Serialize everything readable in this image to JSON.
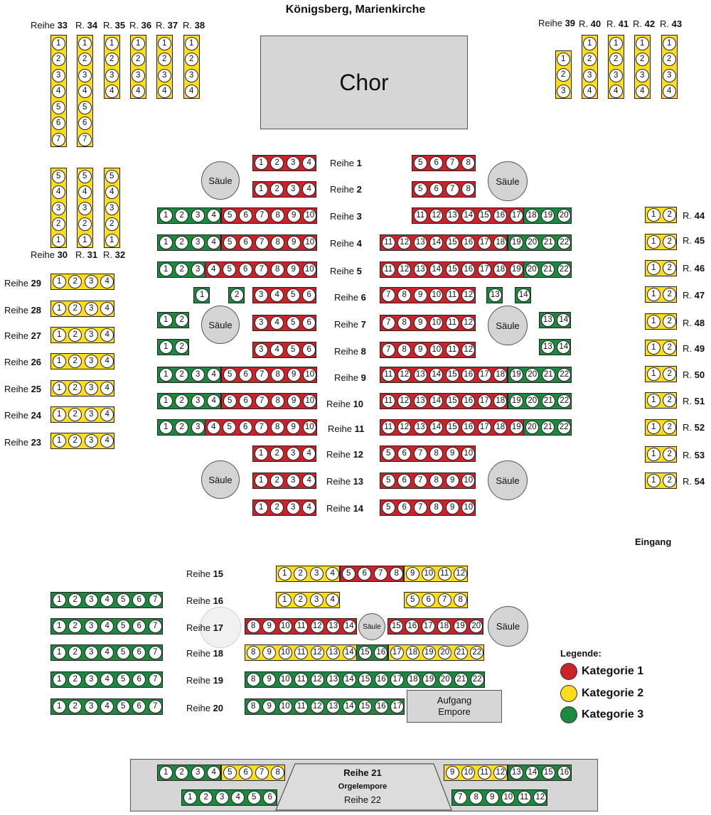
{
  "title": "Königsberg, Marienkirche",
  "landmarks": {
    "chor": "Chor",
    "eingang": "Eingang",
    "pillar": "Säule",
    "aufgang_line1": "Aufgang",
    "aufgang_line2": "Empore",
    "orgel_reihe_21": "Reihe 21",
    "orgel_title": "Orgelempore",
    "orgel_reihe_22": "Reihe 22"
  },
  "colors": {
    "kategorie_1": "#cc2229",
    "kategorie_2": "#ffdc1c",
    "kategorie_3": "#1b8a3e",
    "pillar": "#d4d4d4"
  },
  "legend": {
    "title": "Legende:",
    "items": [
      {
        "label": "Kategorie 1",
        "color": "#cc2229"
      },
      {
        "label": "Kategorie 2",
        "color": "#ffdc1c"
      },
      {
        "label": "Kategorie 3",
        "color": "#1b8a3e"
      }
    ]
  },
  "rows": [
    {
      "prefix": "Reihe",
      "number": "1"
    },
    {
      "prefix": "Reihe",
      "number": "2"
    },
    {
      "prefix": "Reihe",
      "number": "3"
    },
    {
      "prefix": "Reihe",
      "number": "4"
    },
    {
      "prefix": "Reihe",
      "number": "5"
    },
    {
      "prefix": "Reihe",
      "number": "6"
    },
    {
      "prefix": "Reihe",
      "number": "7"
    },
    {
      "prefix": "Reihe",
      "number": "8"
    },
    {
      "prefix": "Reihe",
      "number": "9"
    },
    {
      "prefix": "Reihe",
      "number": "10"
    },
    {
      "prefix": "Reihe",
      "number": "11"
    },
    {
      "prefix": "Reihe",
      "number": "12"
    },
    {
      "prefix": "Reihe",
      "number": "13"
    },
    {
      "prefix": "Reihe",
      "number": "14"
    },
    {
      "prefix": "Reihe",
      "number": "15"
    },
    {
      "prefix": "Reihe",
      "number": "16"
    },
    {
      "prefix": "Reihe",
      "number": "17"
    },
    {
      "prefix": "Reihe",
      "number": "18"
    },
    {
      "prefix": "Reihe",
      "number": "19"
    },
    {
      "prefix": "Reihe",
      "number": "20"
    },
    {
      "prefix": "Reihe",
      "number": "23"
    },
    {
      "prefix": "Reihe",
      "number": "24"
    },
    {
      "prefix": "Reihe",
      "number": "25"
    },
    {
      "prefix": "Reihe",
      "number": "26"
    },
    {
      "prefix": "Reihe",
      "number": "27"
    },
    {
      "prefix": "Reihe",
      "number": "28"
    },
    {
      "prefix": "Reihe",
      "number": "29"
    },
    {
      "prefix": "Reihe",
      "number": "30"
    },
    {
      "prefix": "R.",
      "number": "31"
    },
    {
      "prefix": "R.",
      "number": "32"
    },
    {
      "prefix": "Reihe",
      "number": "33"
    },
    {
      "prefix": "R.",
      "number": "34"
    },
    {
      "prefix": "R.",
      "number": "35"
    },
    {
      "prefix": "R.",
      "number": "36"
    },
    {
      "prefix": "R.",
      "number": "37"
    },
    {
      "prefix": "R.",
      "number": "38"
    },
    {
      "prefix": "Reihe",
      "number": "39"
    },
    {
      "prefix": "R.",
      "number": "40"
    },
    {
      "prefix": "R.",
      "number": "41"
    },
    {
      "prefix": "R.",
      "number": "42"
    },
    {
      "prefix": "R.",
      "number": "43"
    },
    {
      "prefix": "R.",
      "number": "44"
    },
    {
      "prefix": "R.",
      "number": "45"
    },
    {
      "prefix": "R.",
      "number": "46"
    },
    {
      "prefix": "R.",
      "number": "47"
    },
    {
      "prefix": "R.",
      "number": "48"
    },
    {
      "prefix": "R.",
      "number": "49"
    },
    {
      "prefix": "R.",
      "number": "50"
    },
    {
      "prefix": "R.",
      "number": "51"
    },
    {
      "prefix": "R.",
      "number": "52"
    },
    {
      "prefix": "R.",
      "number": "53"
    },
    {
      "prefix": "R.",
      "number": "54"
    }
  ],
  "seat_blocks": [
    {
      "row": "1",
      "side": "left",
      "category": "1",
      "seats": [
        1,
        2,
        3,
        4
      ]
    },
    {
      "row": "1",
      "side": "right",
      "category": "1",
      "seats": [
        5,
        6,
        7,
        8
      ]
    },
    {
      "row": "2",
      "side": "left",
      "category": "1",
      "seats": [
        1,
        2,
        3,
        4
      ]
    },
    {
      "row": "2",
      "side": "right",
      "category": "1",
      "seats": [
        5,
        6,
        7,
        8
      ]
    },
    {
      "row": "3",
      "side": "left",
      "category": "3",
      "seats": [
        1,
        2,
        3,
        4
      ]
    },
    {
      "row": "3",
      "side": "left",
      "category": "1",
      "seats": [
        5,
        6,
        7,
        8,
        9,
        10
      ]
    },
    {
      "row": "3",
      "side": "right",
      "category": "1",
      "seats": [
        11,
        12,
        13,
        14,
        15,
        16,
        17
      ]
    },
    {
      "row": "3",
      "side": "right",
      "category": "3",
      "seats": [
        18,
        19,
        20
      ]
    },
    {
      "row": "4",
      "side": "left",
      "category": "3",
      "seats": [
        1,
        2,
        3,
        4
      ]
    },
    {
      "row": "4",
      "side": "left",
      "category": "1",
      "seats": [
        5,
        6,
        7,
        8,
        9,
        10
      ]
    },
    {
      "row": "4",
      "side": "right",
      "category": "1",
      "seats": [
        11,
        12,
        13,
        14,
        15,
        16,
        17,
        18
      ]
    },
    {
      "row": "4",
      "side": "right",
      "category": "3",
      "seats": [
        19,
        20,
        21,
        22
      ]
    },
    {
      "row": "5",
      "side": "left",
      "category": "3",
      "seats": [
        1,
        2,
        3
      ]
    },
    {
      "row": "5",
      "side": "left",
      "category": "1",
      "seats": [
        4,
        5,
        6,
        7,
        8,
        9,
        10
      ]
    },
    {
      "row": "5",
      "side": "right",
      "category": "1",
      "seats": [
        11,
        12,
        13,
        14,
        15,
        16,
        17,
        18,
        19
      ]
    },
    {
      "row": "5",
      "side": "right",
      "category": "3",
      "seats": [
        20,
        21,
        22
      ]
    },
    {
      "row": "6",
      "side": "left",
      "category": "3",
      "seats": [
        1
      ]
    },
    {
      "row": "6",
      "side": "left",
      "category": "3",
      "seats": [
        2
      ]
    },
    {
      "row": "6",
      "side": "left",
      "category": "1",
      "seats": [
        3,
        4,
        5,
        6
      ]
    },
    {
      "row": "6",
      "side": "right",
      "category": "1",
      "seats": [
        7,
        8,
        9,
        10,
        11,
        12
      ]
    },
    {
      "row": "6",
      "side": "right",
      "category": "3",
      "seats": [
        13
      ]
    },
    {
      "row": "6",
      "side": "right",
      "category": "3",
      "seats": [
        14
      ]
    },
    {
      "row": "7",
      "side": "left",
      "category": "3",
      "seats": [
        1,
        2
      ]
    },
    {
      "row": "7",
      "side": "left",
      "category": "1",
      "seats": [
        3,
        4,
        5,
        6
      ]
    },
    {
      "row": "7",
      "side": "right",
      "category": "1",
      "seats": [
        7,
        8,
        9,
        10,
        11,
        12
      ]
    },
    {
      "row": "7",
      "side": "right",
      "category": "3",
      "seats": [
        13,
        14
      ]
    },
    {
      "row": "8",
      "side": "left",
      "category": "3",
      "seats": [
        1,
        2
      ]
    },
    {
      "row": "8",
      "side": "left",
      "category": "1",
      "seats": [
        3,
        4,
        5,
        6
      ]
    },
    {
      "row": "8",
      "side": "right",
      "category": "1",
      "seats": [
        7,
        8,
        9,
        10,
        11,
        12
      ]
    },
    {
      "row": "8",
      "side": "right",
      "category": "3",
      "seats": [
        13,
        14
      ]
    },
    {
      "row": "9",
      "side": "left",
      "category": "3",
      "seats": [
        1,
        2,
        3,
        4
      ]
    },
    {
      "row": "9",
      "side": "left",
      "category": "1",
      "seats": [
        5,
        6,
        7,
        8,
        9,
        10
      ]
    },
    {
      "row": "9",
      "side": "right",
      "category": "1",
      "seats": [
        11,
        12,
        13,
        14,
        15,
        16,
        17,
        18
      ]
    },
    {
      "row": "9",
      "side": "right",
      "category": "3",
      "seats": [
        19,
        20,
        21,
        22
      ]
    },
    {
      "row": "10",
      "side": "left",
      "category": "3",
      "seats": [
        1,
        2,
        3,
        4
      ]
    },
    {
      "row": "10",
      "side": "left",
      "category": "1",
      "seats": [
        5,
        6,
        7,
        8,
        9,
        10
      ]
    },
    {
      "row": "10",
      "side": "right",
      "category": "1",
      "seats": [
        11,
        12,
        13,
        14,
        15,
        16,
        17,
        18
      ]
    },
    {
      "row": "10",
      "side": "right",
      "category": "3",
      "seats": [
        19,
        20,
        21,
        22
      ]
    },
    {
      "row": "11",
      "side": "left",
      "category": "3",
      "seats": [
        1,
        2,
        3
      ]
    },
    {
      "row": "11",
      "side": "left",
      "category": "1",
      "seats": [
        4,
        5,
        6,
        7,
        8,
        9,
        10
      ]
    },
    {
      "row": "11",
      "side": "right",
      "category": "1",
      "seats": [
        11,
        12,
        13,
        14,
        15,
        16,
        17,
        18,
        19
      ]
    },
    {
      "row": "11",
      "side": "right",
      "category": "3",
      "seats": [
        20,
        21,
        22
      ]
    },
    {
      "row": "12",
      "side": "left",
      "category": "1",
      "seats": [
        1,
        2,
        3,
        4
      ]
    },
    {
      "row": "12",
      "side": "right",
      "category": "1",
      "seats": [
        5,
        6,
        7,
        8,
        9,
        10
      ]
    },
    {
      "row": "13",
      "side": "left",
      "category": "1",
      "seats": [
        1,
        2,
        3,
        4
      ]
    },
    {
      "row": "13",
      "side": "right",
      "category": "1",
      "seats": [
        5,
        6,
        7,
        8,
        9,
        10
      ]
    },
    {
      "row": "14",
      "side": "left",
      "category": "1",
      "seats": [
        1,
        2,
        3,
        4
      ]
    },
    {
      "row": "14",
      "side": "right",
      "category": "1",
      "seats": [
        5,
        6,
        7,
        8,
        9,
        10
      ]
    },
    {
      "row": "15",
      "side": "left",
      "category": "2",
      "seats": [
        1,
        2,
        3,
        4
      ]
    },
    {
      "row": "15",
      "side": "center",
      "category": "1",
      "seats": [
        5,
        6,
        7,
        8
      ]
    },
    {
      "row": "15",
      "side": "right",
      "category": "2",
      "seats": [
        9,
        10,
        11,
        12
      ]
    },
    {
      "row": "16",
      "side": "left",
      "category": "3",
      "seats": [
        1,
        2,
        3,
        4,
        5,
        6,
        7
      ]
    },
    {
      "row": "16",
      "side": "center",
      "category": "2",
      "seats": [
        1,
        2,
        3,
        4
      ]
    },
    {
      "row": "16",
      "side": "right",
      "category": "2",
      "seats": [
        5,
        6,
        7,
        8
      ]
    },
    {
      "row": "17",
      "side": "left",
      "category": "3",
      "seats": [
        1,
        2,
        3,
        4,
        5,
        6,
        7
      ]
    },
    {
      "row": "17",
      "side": "center",
      "category": "1",
      "seats": [
        8,
        9,
        10,
        11,
        12,
        13,
        14
      ]
    },
    {
      "row": "17",
      "side": "right",
      "category": "1",
      "seats": [
        15,
        16,
        17,
        18,
        19,
        20
      ]
    },
    {
      "row": "18",
      "side": "left",
      "category": "3",
      "seats": [
        1,
        2,
        3,
        4,
        5,
        6,
        7
      ]
    },
    {
      "row": "18",
      "side": "center",
      "category": "2",
      "seats": [
        8,
        9,
        10,
        11,
        12,
        13,
        14
      ]
    },
    {
      "row": "18",
      "side": "center",
      "category": "3",
      "seats": [
        15,
        16
      ]
    },
    {
      "row": "18",
      "side": "right",
      "category": "2",
      "seats": [
        17,
        18,
        19,
        20,
        21,
        22
      ]
    },
    {
      "row": "19",
      "side": "left",
      "category": "3",
      "seats": [
        1,
        2,
        3,
        4,
        5,
        6,
        7
      ]
    },
    {
      "row": "19",
      "side": "center",
      "category": "3",
      "seats": [
        8,
        9,
        10,
        11,
        12,
        13,
        14,
        15,
        16,
        17,
        18,
        19,
        20,
        21,
        22
      ]
    },
    {
      "row": "20",
      "side": "left",
      "category": "3",
      "seats": [
        1,
        2,
        3,
        4,
        5,
        6,
        7
      ]
    },
    {
      "row": "20",
      "side": "center",
      "category": "3",
      "seats": [
        8,
        9,
        10,
        11,
        12,
        13,
        14,
        15,
        16,
        17
      ]
    },
    {
      "row": "21",
      "side": "left",
      "category": "3",
      "seats": [
        1,
        2,
        3,
        4
      ]
    },
    {
      "row": "21",
      "side": "left",
      "category": "2",
      "seats": [
        5,
        6,
        7,
        8
      ]
    },
    {
      "row": "21",
      "side": "right",
      "category": "2",
      "seats": [
        9,
        10,
        11,
        12
      ]
    },
    {
      "row": "21",
      "side": "right",
      "category": "3",
      "seats": [
        13,
        14,
        15,
        16
      ]
    },
    {
      "row": "22",
      "side": "left",
      "category": "3",
      "seats": [
        1,
        2,
        3,
        4,
        5,
        6
      ]
    },
    {
      "row": "22",
      "side": "right",
      "category": "3",
      "seats": [
        7,
        8,
        9,
        10,
        11,
        12
      ]
    },
    {
      "row": "23",
      "side": "left",
      "category": "2",
      "seats": [
        1,
        2,
        3,
        4
      ]
    },
    {
      "row": "24",
      "side": "left",
      "category": "2",
      "seats": [
        1,
        2,
        3,
        4
      ]
    },
    {
      "row": "25",
      "side": "left",
      "category": "2",
      "seats": [
        1,
        2,
        3,
        4
      ]
    },
    {
      "row": "26",
      "side": "left",
      "category": "2",
      "seats": [
        1,
        2,
        3,
        4
      ]
    },
    {
      "row": "27",
      "side": "left",
      "category": "2",
      "seats": [
        1,
        2,
        3,
        4
      ]
    },
    {
      "row": "28",
      "side": "left",
      "category": "2",
      "seats": [
        1,
        2,
        3,
        4
      ]
    },
    {
      "row": "29",
      "side": "left",
      "category": "2",
      "seats": [
        1,
        2,
        3,
        4
      ]
    },
    {
      "row": "30",
      "side": "left",
      "category": "2",
      "seats": [
        5,
        4,
        3,
        2,
        1
      ]
    },
    {
      "row": "31",
      "side": "left",
      "category": "2",
      "seats": [
        5,
        4,
        3,
        2,
        1
      ]
    },
    {
      "row": "32",
      "side": "left",
      "category": "2",
      "seats": [
        5,
        4,
        3,
        2,
        1
      ]
    },
    {
      "row": "33",
      "side": "left",
      "category": "2",
      "seats": [
        1,
        2,
        3,
        4,
        5,
        6,
        7
      ]
    },
    {
      "row": "34",
      "side": "left",
      "category": "2",
      "seats": [
        1,
        2,
        3,
        4,
        5,
        6,
        7
      ]
    },
    {
      "row": "35",
      "side": "left",
      "category": "2",
      "seats": [
        1,
        2,
        3,
        4
      ]
    },
    {
      "row": "36",
      "side": "left",
      "category": "2",
      "seats": [
        1,
        2,
        3,
        4
      ]
    },
    {
      "row": "37",
      "side": "left",
      "category": "2",
      "seats": [
        1,
        2,
        3,
        4
      ]
    },
    {
      "row": "38",
      "side": "left",
      "category": "2",
      "seats": [
        1,
        2,
        3,
        4
      ]
    },
    {
      "row": "39",
      "side": "right",
      "category": "2",
      "seats": [
        1,
        2,
        3
      ]
    },
    {
      "row": "40",
      "side": "right",
      "category": "2",
      "seats": [
        1,
        2,
        3,
        4
      ]
    },
    {
      "row": "41",
      "side": "right",
      "category": "2",
      "seats": [
        1,
        2,
        3,
        4
      ]
    },
    {
      "row": "42",
      "side": "right",
      "category": "2",
      "seats": [
        1,
        2,
        3,
        4
      ]
    },
    {
      "row": "43",
      "side": "right",
      "category": "2",
      "seats": [
        1,
        2,
        3,
        4
      ]
    },
    {
      "row": "44",
      "side": "right",
      "category": "2",
      "seats": [
        1,
        2
      ]
    },
    {
      "row": "45",
      "side": "right",
      "category": "2",
      "seats": [
        1,
        2
      ]
    },
    {
      "row": "46",
      "side": "right",
      "category": "2",
      "seats": [
        1,
        2
      ]
    },
    {
      "row": "47",
      "side": "right",
      "category": "2",
      "seats": [
        1,
        2
      ]
    },
    {
      "row": "48",
      "side": "right",
      "category": "2",
      "seats": [
        1,
        2
      ]
    },
    {
      "row": "49",
      "side": "right",
      "category": "2",
      "seats": [
        1,
        2
      ]
    },
    {
      "row": "50",
      "side": "right",
      "category": "2",
      "seats": [
        1,
        2
      ]
    },
    {
      "row": "51",
      "side": "right",
      "category": "2",
      "seats": [
        1,
        2
      ]
    },
    {
      "row": "52",
      "side": "right",
      "category": "2",
      "seats": [
        1,
        2
      ]
    },
    {
      "row": "53",
      "side": "right",
      "category": "2",
      "seats": [
        1,
        2
      ]
    },
    {
      "row": "54",
      "side": "right",
      "category": "2",
      "seats": [
        1,
        2
      ]
    }
  ]
}
